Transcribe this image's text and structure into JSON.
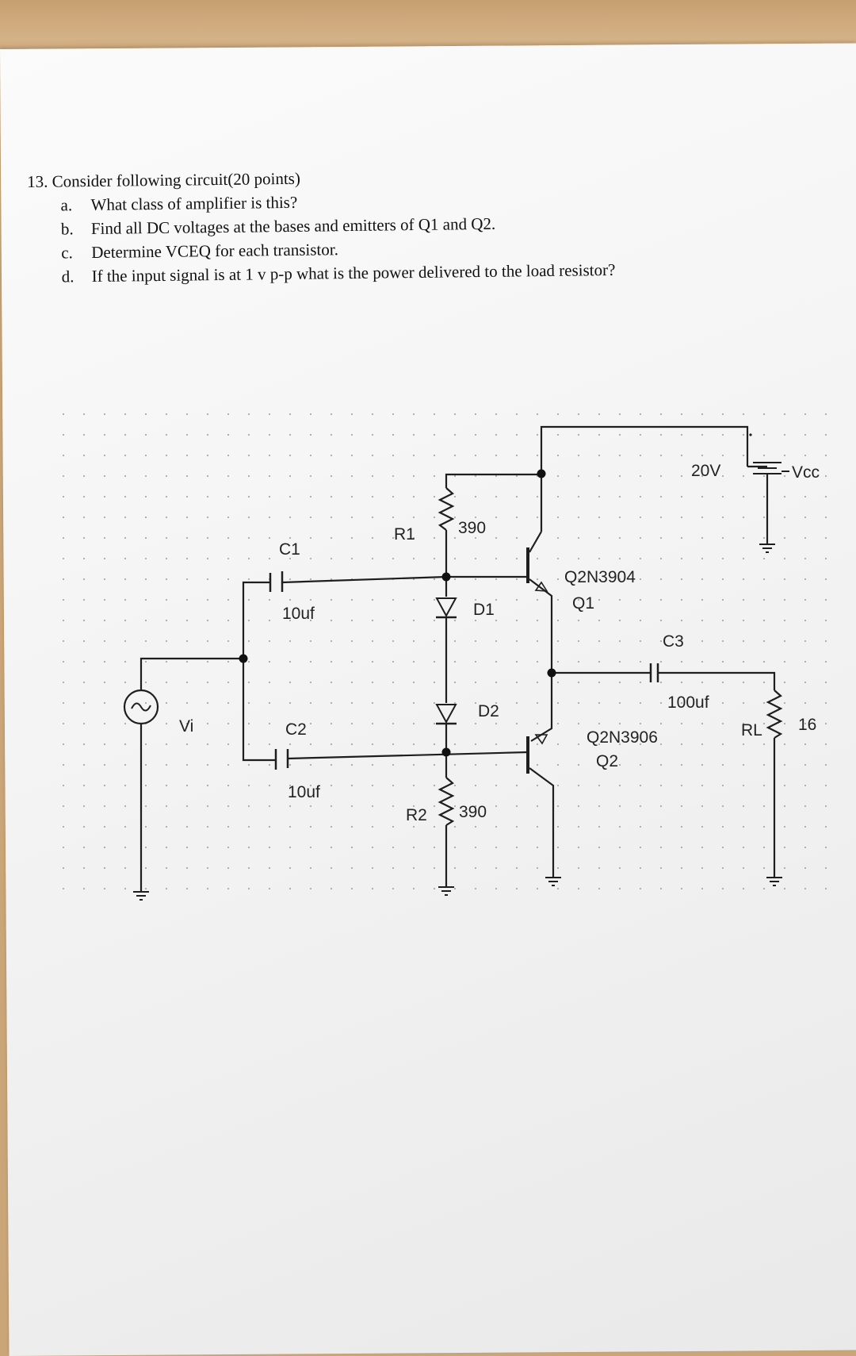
{
  "question": {
    "title": "13. Consider following circuit(20 points)",
    "items": [
      {
        "letter": "a.",
        "text": "What class of amplifier is this?"
      },
      {
        "letter": "b.",
        "text": "Find all DC voltages at the bases and emitters of Q1 and Q2."
      },
      {
        "letter": "c.",
        "text": "Determine VCEQ for each transistor."
      },
      {
        "letter": "d.",
        "text": "If the input signal is at 1 v p-p what is the power delivered to the load resistor?"
      }
    ]
  },
  "circuit": {
    "supply": {
      "value": "20V",
      "name": "Vcc"
    },
    "r1": {
      "name": "R1",
      "value": "390"
    },
    "r2": {
      "name": "R2",
      "value": "390"
    },
    "c1": {
      "name": "C1",
      "value": "10uf"
    },
    "c2": {
      "name": "C2",
      "value": "10uf"
    },
    "c3": {
      "name": "C3",
      "value": "100uf"
    },
    "d1": {
      "name": "D1"
    },
    "d2": {
      "name": "D2"
    },
    "q1": {
      "part": "Q2N3904",
      "name": "Q1"
    },
    "q2": {
      "part": "Q2N3906",
      "name": "Q2"
    },
    "rl": {
      "name": "RL",
      "value": "16"
    },
    "source": {
      "name": "Vi"
    }
  }
}
